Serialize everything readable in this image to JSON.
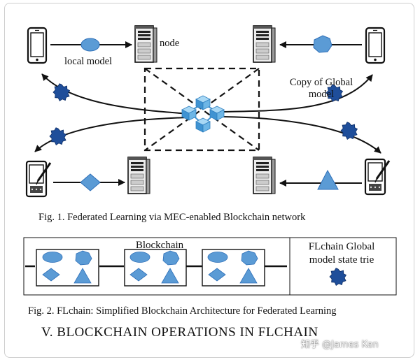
{
  "figure1": {
    "labels": {
      "node": "node",
      "local_model": "local model",
      "copy_global_1": "Copy of Global",
      "copy_global_2": "model"
    },
    "caption": "Fig. 1.  Federated Learning via MEC-enabled Blockchain network"
  },
  "figure2": {
    "blockchain_label": "Blockchain",
    "trie_label_1": "FLchain Global",
    "trie_label_2": "model state trie",
    "caption": "Fig. 2.  FLchain: Simplified Blockchain Architecture for Federated Learning"
  },
  "section_heading": "V.  BLOCKCHAIN OPERATIONS IN FLCHAIN",
  "watermark": "知乎 @James Ken",
  "colors": {
    "shape_fill": "#5b9bd5",
    "shape_dark": "#2e6fb8",
    "shape_navy": "#1f4e9a",
    "cube_top": "#9fd0f0",
    "cube_side": "#4a9ad8"
  }
}
